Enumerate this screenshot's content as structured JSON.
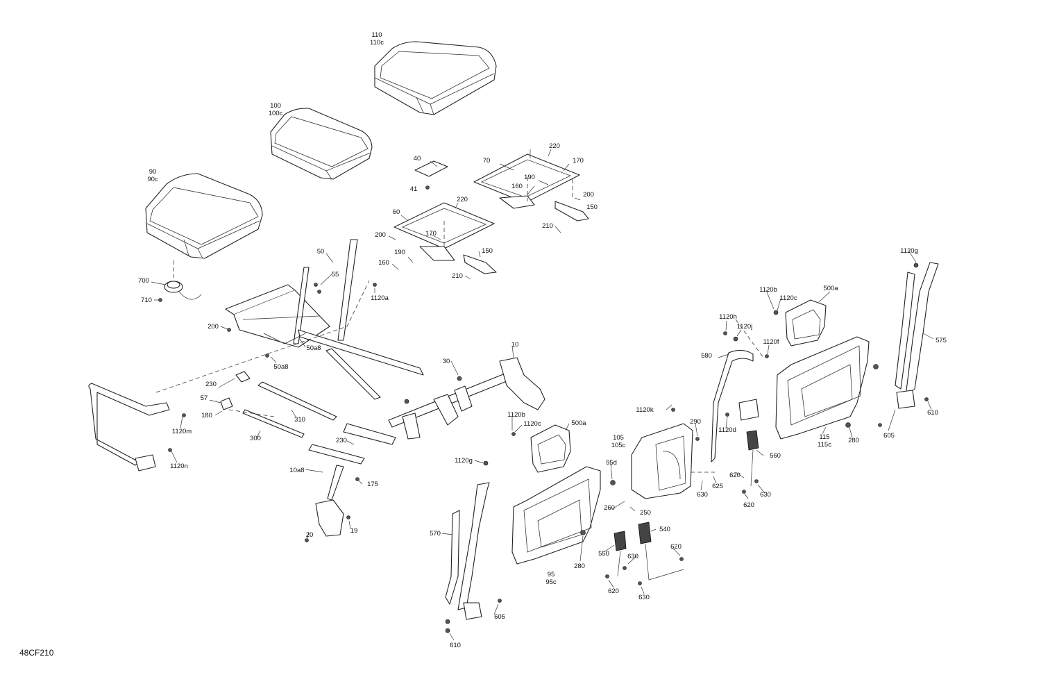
{
  "figure_code": "48CF210",
  "callouts": [
    {
      "id": "c110",
      "lines": [
        "110",
        "110c"
      ]
    },
    {
      "id": "c100",
      "lines": [
        "100",
        "100c"
      ]
    },
    {
      "id": "c90",
      "lines": [
        "90",
        "90c"
      ]
    },
    {
      "id": "c40",
      "lines": [
        "40"
      ]
    },
    {
      "id": "c41",
      "lines": [
        "41"
      ]
    },
    {
      "id": "c70",
      "lines": [
        "70"
      ]
    },
    {
      "id": "c220a",
      "lines": [
        "220"
      ]
    },
    {
      "id": "c170a",
      "lines": [
        "170"
      ]
    },
    {
      "id": "c190a",
      "lines": [
        "190"
      ]
    },
    {
      "id": "c160a",
      "lines": [
        "160"
      ]
    },
    {
      "id": "c200a",
      "lines": [
        "200"
      ]
    },
    {
      "id": "c150a",
      "lines": [
        "150"
      ]
    },
    {
      "id": "c210a",
      "lines": [
        "210"
      ]
    },
    {
      "id": "c220b",
      "lines": [
        "220"
      ]
    },
    {
      "id": "c60",
      "lines": [
        "60"
      ]
    },
    {
      "id": "c200b",
      "lines": [
        "200"
      ]
    },
    {
      "id": "c170b",
      "lines": [
        "170"
      ]
    },
    {
      "id": "c190b",
      "lines": [
        "190"
      ]
    },
    {
      "id": "c160b",
      "lines": [
        "160"
      ]
    },
    {
      "id": "c150b",
      "lines": [
        "150"
      ]
    },
    {
      "id": "c210b",
      "lines": [
        "210"
      ]
    },
    {
      "id": "c50",
      "lines": [
        "50"
      ]
    },
    {
      "id": "c55",
      "lines": [
        "55"
      ]
    },
    {
      "id": "c1120a",
      "lines": [
        "1120a"
      ]
    },
    {
      "id": "c700",
      "lines": [
        "700"
      ]
    },
    {
      "id": "c710",
      "lines": [
        "710"
      ]
    },
    {
      "id": "c200c",
      "lines": [
        "200"
      ]
    },
    {
      "id": "c50a8a",
      "lines": [
        "50a8"
      ]
    },
    {
      "id": "c50a8b",
      "lines": [
        "50a8"
      ]
    },
    {
      "id": "c10",
      "lines": [
        "10"
      ]
    },
    {
      "id": "c30",
      "lines": [
        "30"
      ]
    },
    {
      "id": "c230a",
      "lines": [
        "230"
      ]
    },
    {
      "id": "c57",
      "lines": [
        "57"
      ]
    },
    {
      "id": "c180",
      "lines": [
        "180"
      ]
    },
    {
      "id": "c310",
      "lines": [
        "310"
      ]
    },
    {
      "id": "c300",
      "lines": [
        "300"
      ]
    },
    {
      "id": "c1120m",
      "lines": [
        "1120m"
      ]
    },
    {
      "id": "c1120n",
      "lines": [
        "1120n"
      ]
    },
    {
      "id": "c230b",
      "lines": [
        "230"
      ]
    },
    {
      "id": "c10a8",
      "lines": [
        "10a8"
      ]
    },
    {
      "id": "c175",
      "lines": [
        "175"
      ]
    },
    {
      "id": "c19",
      "lines": [
        "19"
      ]
    },
    {
      "id": "c20",
      "lines": [
        "20"
      ]
    },
    {
      "id": "c1120b1",
      "lines": [
        "1120b"
      ]
    },
    {
      "id": "c1120c1",
      "lines": [
        "1120c"
      ]
    },
    {
      "id": "c500a1",
      "lines": [
        "500a"
      ]
    },
    {
      "id": "c1120g1",
      "lines": [
        "1120g"
      ]
    },
    {
      "id": "c570",
      "lines": [
        "570"
      ]
    },
    {
      "id": "c605a",
      "lines": [
        "605"
      ]
    },
    {
      "id": "c610a",
      "lines": [
        "610"
      ]
    },
    {
      "id": "c95d",
      "lines": [
        "95d"
      ]
    },
    {
      "id": "c95",
      "lines": [
        "95",
        "95c"
      ]
    },
    {
      "id": "c280a",
      "lines": [
        "280"
      ]
    },
    {
      "id": "c260",
      "lines": [
        "260"
      ]
    },
    {
      "id": "c250",
      "lines": [
        "250"
      ]
    },
    {
      "id": "c550",
      "lines": [
        "550"
      ]
    },
    {
      "id": "c630a",
      "lines": [
        "630"
      ]
    },
    {
      "id": "c620a",
      "lines": [
        "620"
      ]
    },
    {
      "id": "c540",
      "lines": [
        "540"
      ]
    },
    {
      "id": "c620b",
      "lines": [
        "620"
      ]
    },
    {
      "id": "c630b",
      "lines": [
        "630"
      ]
    },
    {
      "id": "c1120k",
      "lines": [
        "1120k"
      ]
    },
    {
      "id": "c105",
      "lines": [
        "105",
        "105c"
      ]
    },
    {
      "id": "c290",
      "lines": [
        "290"
      ]
    },
    {
      "id": "c630c",
      "lines": [
        "630"
      ]
    },
    {
      "id": "c625",
      "lines": [
        "625"
      ]
    },
    {
      "id": "c580",
      "lines": [
        "580"
      ]
    },
    {
      "id": "c1120h",
      "lines": [
        "1120h"
      ]
    },
    {
      "id": "c1120j",
      "lines": [
        "1120j"
      ]
    },
    {
      "id": "c1120d",
      "lines": [
        "1120d"
      ]
    },
    {
      "id": "c620c",
      "lines": [
        "620"
      ]
    },
    {
      "id": "c560",
      "lines": [
        "560"
      ]
    },
    {
      "id": "c620d",
      "lines": [
        "620"
      ]
    },
    {
      "id": "c630d",
      "lines": [
        "630"
      ]
    },
    {
      "id": "c1120b2",
      "lines": [
        "1120b"
      ]
    },
    {
      "id": "c1120c2",
      "lines": [
        "1120c"
      ]
    },
    {
      "id": "c500a2",
      "lines": [
        "500a"
      ]
    },
    {
      "id": "c1120f",
      "lines": [
        "1120f"
      ]
    },
    {
      "id": "c115",
      "lines": [
        "115",
        "115c"
      ]
    },
    {
      "id": "c280b",
      "lines": [
        "280"
      ]
    },
    {
      "id": "c1120g2",
      "lines": [
        "1120g"
      ]
    },
    {
      "id": "c575",
      "lines": [
        "575"
      ]
    },
    {
      "id": "c610b",
      "lines": [
        "610"
      ]
    },
    {
      "id": "c605b",
      "lines": [
        "605"
      ]
    }
  ]
}
